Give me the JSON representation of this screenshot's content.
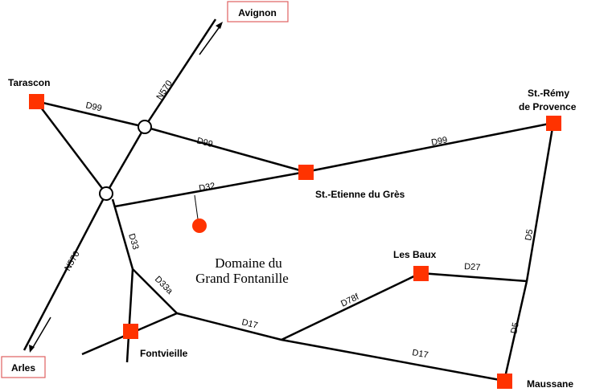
{
  "towns": {
    "avignon": "Avignon",
    "arles": "Arles",
    "tarascon": "Tarascon",
    "st_etienne": "St.-Etienne du Grès",
    "st_remy_1": "St.-Rémy",
    "st_remy_2": "de Provence",
    "les_baux": "Les Baux",
    "fontvieille": "Fontvieille",
    "maussane": "Maussane"
  },
  "domain": {
    "line1": "Domaine du",
    "line2": "Grand Fontanille"
  },
  "roads": {
    "n570": "N570",
    "d99": "D99",
    "d32": "D32",
    "d33": "D33",
    "d33a": "D33a",
    "d17": "D17",
    "d78f": "D78f",
    "d27": "D27",
    "d5": "D5"
  },
  "colors": {
    "town": "#ff3300",
    "box_border": "#e06060"
  }
}
